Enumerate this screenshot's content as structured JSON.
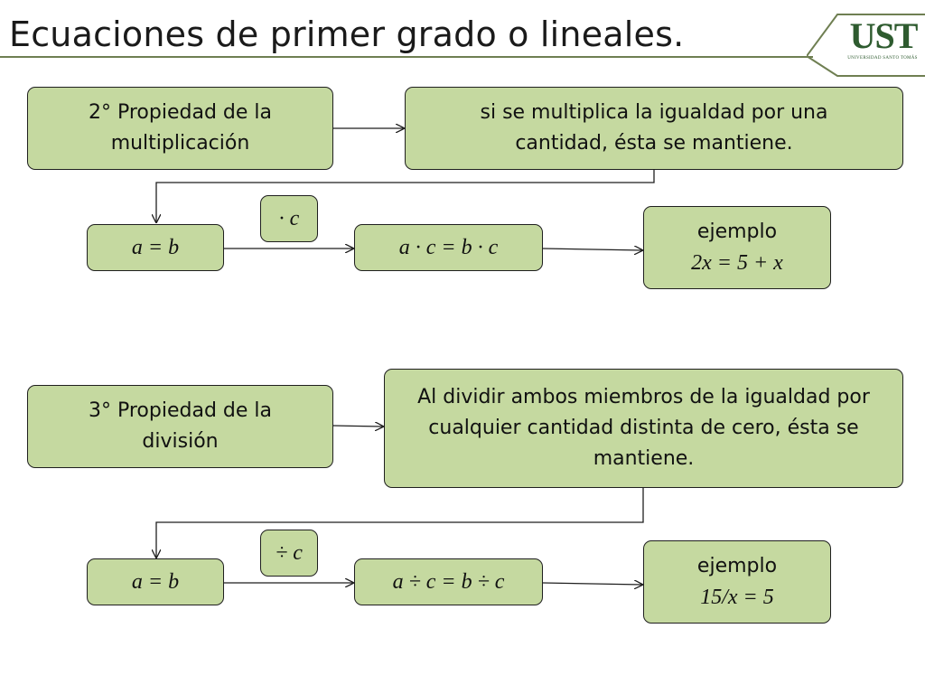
{
  "slide": {
    "title": "Ecuaciones de primer grado o lineales.",
    "logo": {
      "text": "UST",
      "subtitle": "UNIVERSIDAD SANTO TOMÁS"
    }
  },
  "section_multiplication": {
    "property_label": "2° Propiedad de la multiplicación",
    "description": "si se multiplica la igualdad por una cantidad, ésta se mantiene.",
    "equality": "a = b",
    "operator": "· c",
    "result": "a · c = b · c",
    "example_label": "ejemplo",
    "example_equation": "2x = 5 + x"
  },
  "section_division": {
    "property_label": "3° Propiedad de la división",
    "description": "Al dividir ambos miembros de la igualdad por cualquier cantidad distinta de cero, ésta se mantiene.",
    "equality": "a = b",
    "operator": "÷ c",
    "result": "a ÷ c = b ÷ c",
    "example_label": "ejemplo",
    "example_equation": "15/x = 5"
  },
  "colors": {
    "box_fill": "#c5d9a0",
    "box_border": "#1f1f1f",
    "rule": "#6f7f52",
    "logo": "#2e5b2f"
  }
}
